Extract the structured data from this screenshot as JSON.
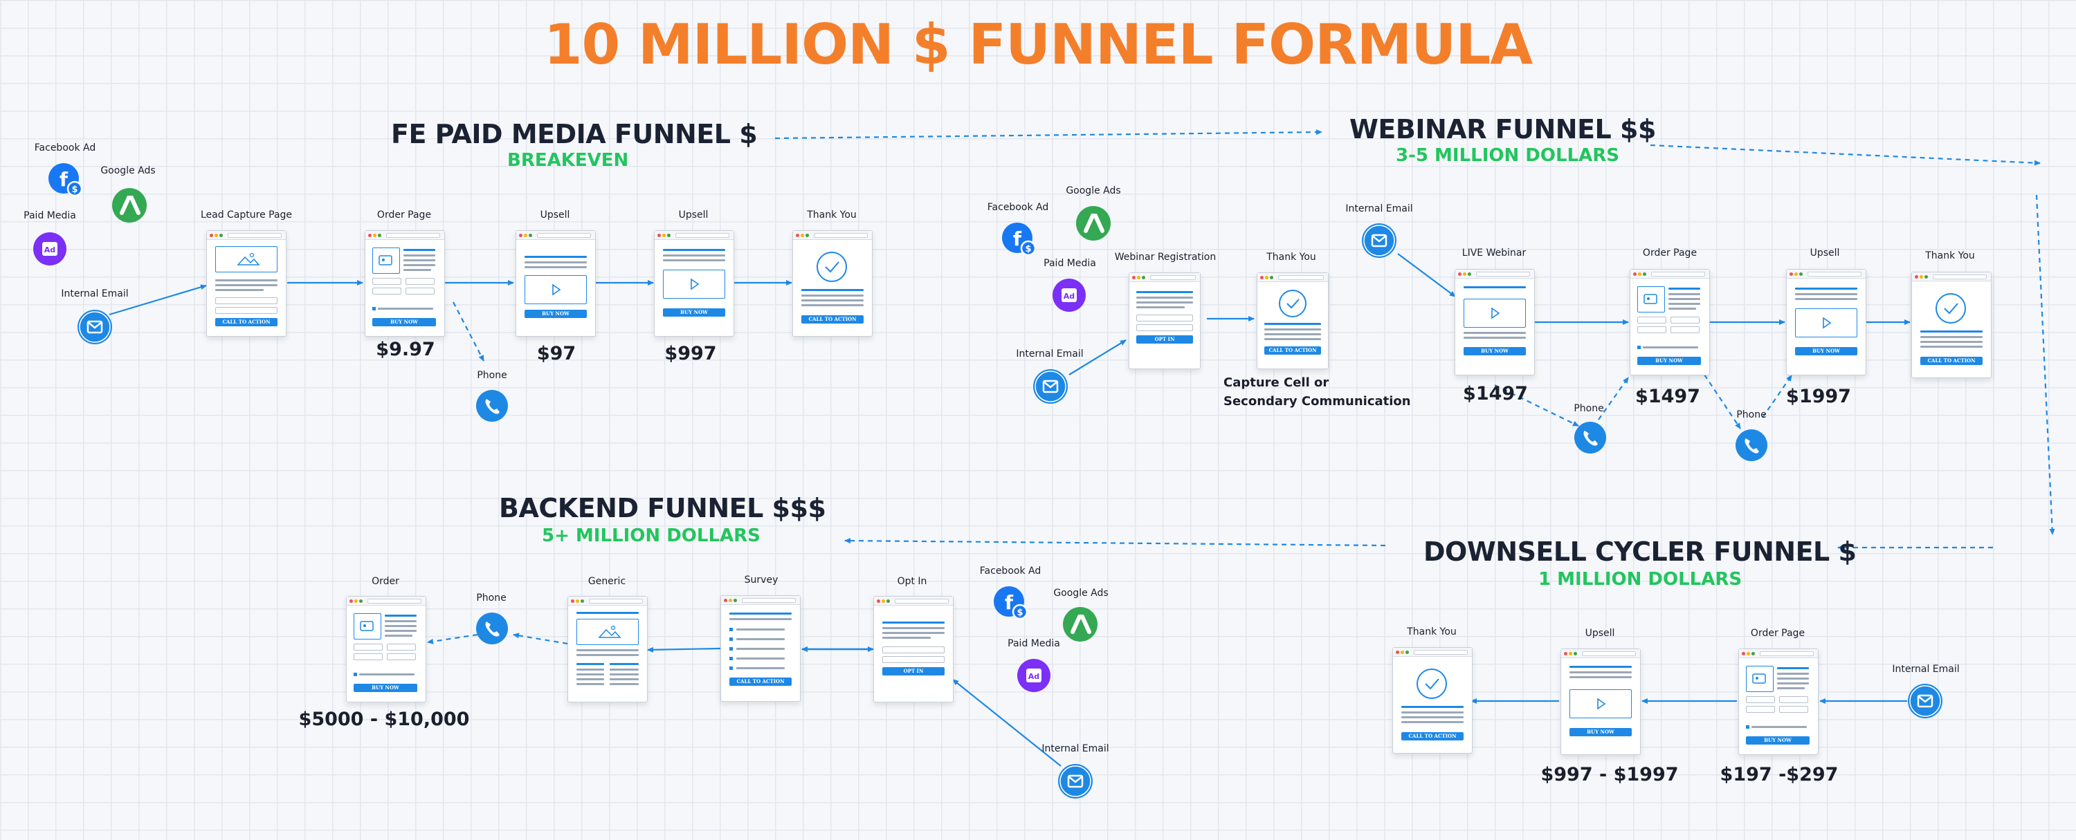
{
  "title": "10 MILLION $ FUNNEL FORMULA",
  "colors": {
    "title": "#f47f2b",
    "subtitle": "#22c55e",
    "heading": "#1a2233",
    "accent": "#1e88e5",
    "google": "#34a853",
    "paid": "#7b2ff7",
    "facebook": "#1877f2"
  },
  "funnels": {
    "fe": {
      "title": "FE PAID MEDIA FUNNEL $",
      "subtitle": "BREAKEVEN"
    },
    "webinar": {
      "title": "WEBINAR  FUNNEL $$",
      "subtitle": "3-5 MILLION DOLLARS"
    },
    "backend": {
      "title": "BACKEND FUNNEL $$$",
      "subtitle": "5+ MILLION DOLLARS"
    },
    "downsell": {
      "title": "DOWNSELL CYCLER FUNNEL $",
      "subtitle": "1 MILLION DOLLARS"
    }
  },
  "sources": {
    "facebook_ad": "Facebook Ad",
    "google_ads": "Google Ads",
    "paid_media": "Paid Media",
    "internal_email": "Internal Email",
    "phone": "Phone"
  },
  "pages": {
    "lead_capture": "Lead Capture Page",
    "order": "Order Page",
    "order_short": "Order",
    "upsell": "Upsell",
    "thank_you": "Thank You",
    "webinar_registration": "Webinar Registration",
    "live_webinar": "LIVE Webinar",
    "generic": "Generic",
    "survey": "Survey",
    "opt_in": "Opt In"
  },
  "buttons": {
    "cta": "CALL TO ACTION",
    "buy": "BUY NOW",
    "opt": "OPT IN"
  },
  "prices": {
    "fe_order": "$9.97",
    "fe_upsell1": "$97",
    "fe_upsell2": "$997",
    "web_live": "$1497",
    "web_order": "$1497",
    "web_upsell": "$1997",
    "backend_order": "$5000 - $10,000",
    "down_upsell": "$997 - $1997",
    "down_order": "$197 -$297"
  },
  "notes": {
    "capture": "Capture Cell or",
    "secondary": "Secondary Communication"
  }
}
